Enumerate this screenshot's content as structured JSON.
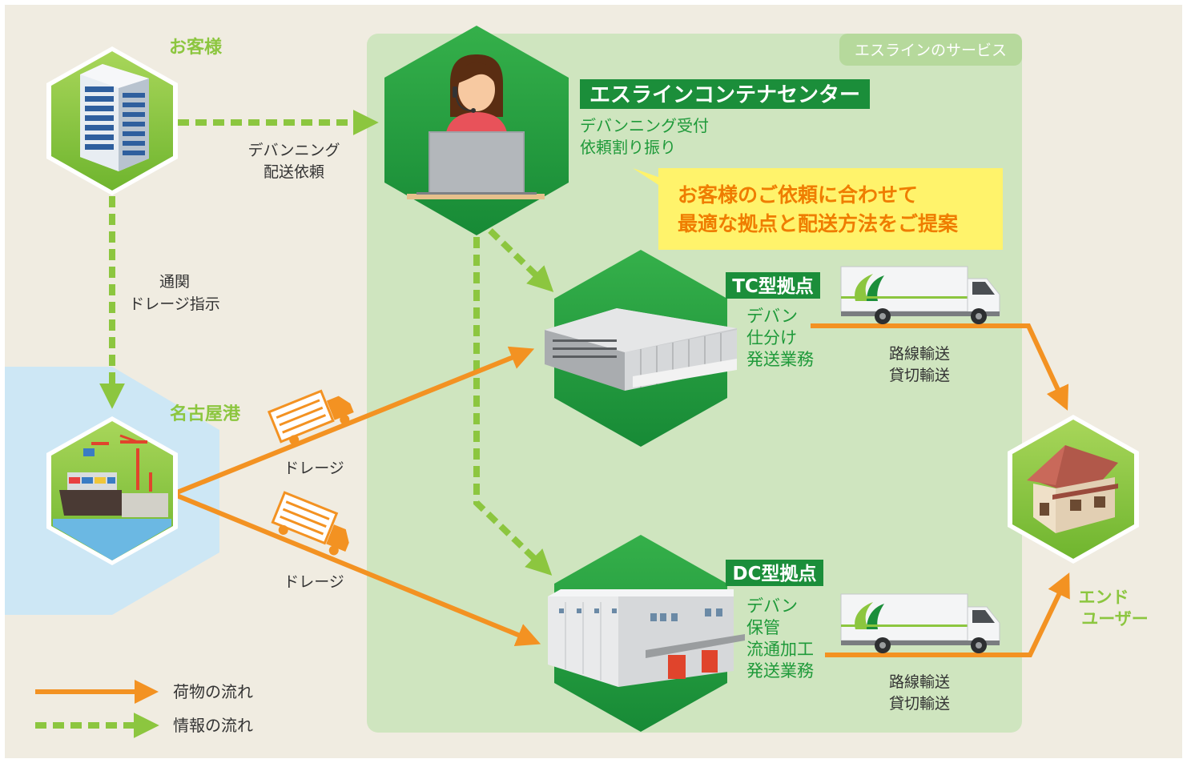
{
  "service_area_label": "エスラインのサービス",
  "customer": {
    "label": "お客様"
  },
  "container_center": {
    "title": "エスラインコンテナセンター",
    "lines": [
      "デバンニング受付",
      "依頼割り振り"
    ]
  },
  "proposal": {
    "lines": [
      "お客様のご依頼に合わせて",
      "最適な拠点と配送方法をご提案"
    ]
  },
  "customer_to_center_label": [
    "デバンニング",
    "配送依頼"
  ],
  "customer_to_port_label": [
    "通関",
    "ドレージ指示"
  ],
  "port": {
    "label": "名古屋港"
  },
  "drayage_label_top": "ドレージ",
  "drayage_label_bottom": "ドレージ",
  "tc": {
    "title": "TC型拠点",
    "lines": [
      "デバン",
      "仕分け",
      "発送業務"
    ],
    "transport": [
      "路線輸送",
      "貸切輸送"
    ]
  },
  "dc": {
    "title": "DC型拠点",
    "lines": [
      "デバン",
      "保管",
      "流通加工",
      "発送業務"
    ],
    "transport": [
      "路線輸送",
      "貸切輸送"
    ]
  },
  "end_user": {
    "lines": [
      "エンド",
      "ユーザー"
    ]
  },
  "legend": {
    "goods_flow": "荷物の流れ",
    "info_flow": "情報の流れ"
  },
  "colors": {
    "background": "#f0ece1",
    "service_area": "#cfe5bf",
    "hex_light": "#8cc63f",
    "hex_dark": "#239a3f",
    "goods_arrow": "#f39222",
    "info_arrow": "#8cc63f",
    "title_bg": "#1b8e3a",
    "green_text": "#1f9a3a",
    "label_green": "#8cc63f",
    "proposal_bg": "#fff36b",
    "proposal_text": "#ef7d00",
    "sea": "#cde7f5"
  }
}
